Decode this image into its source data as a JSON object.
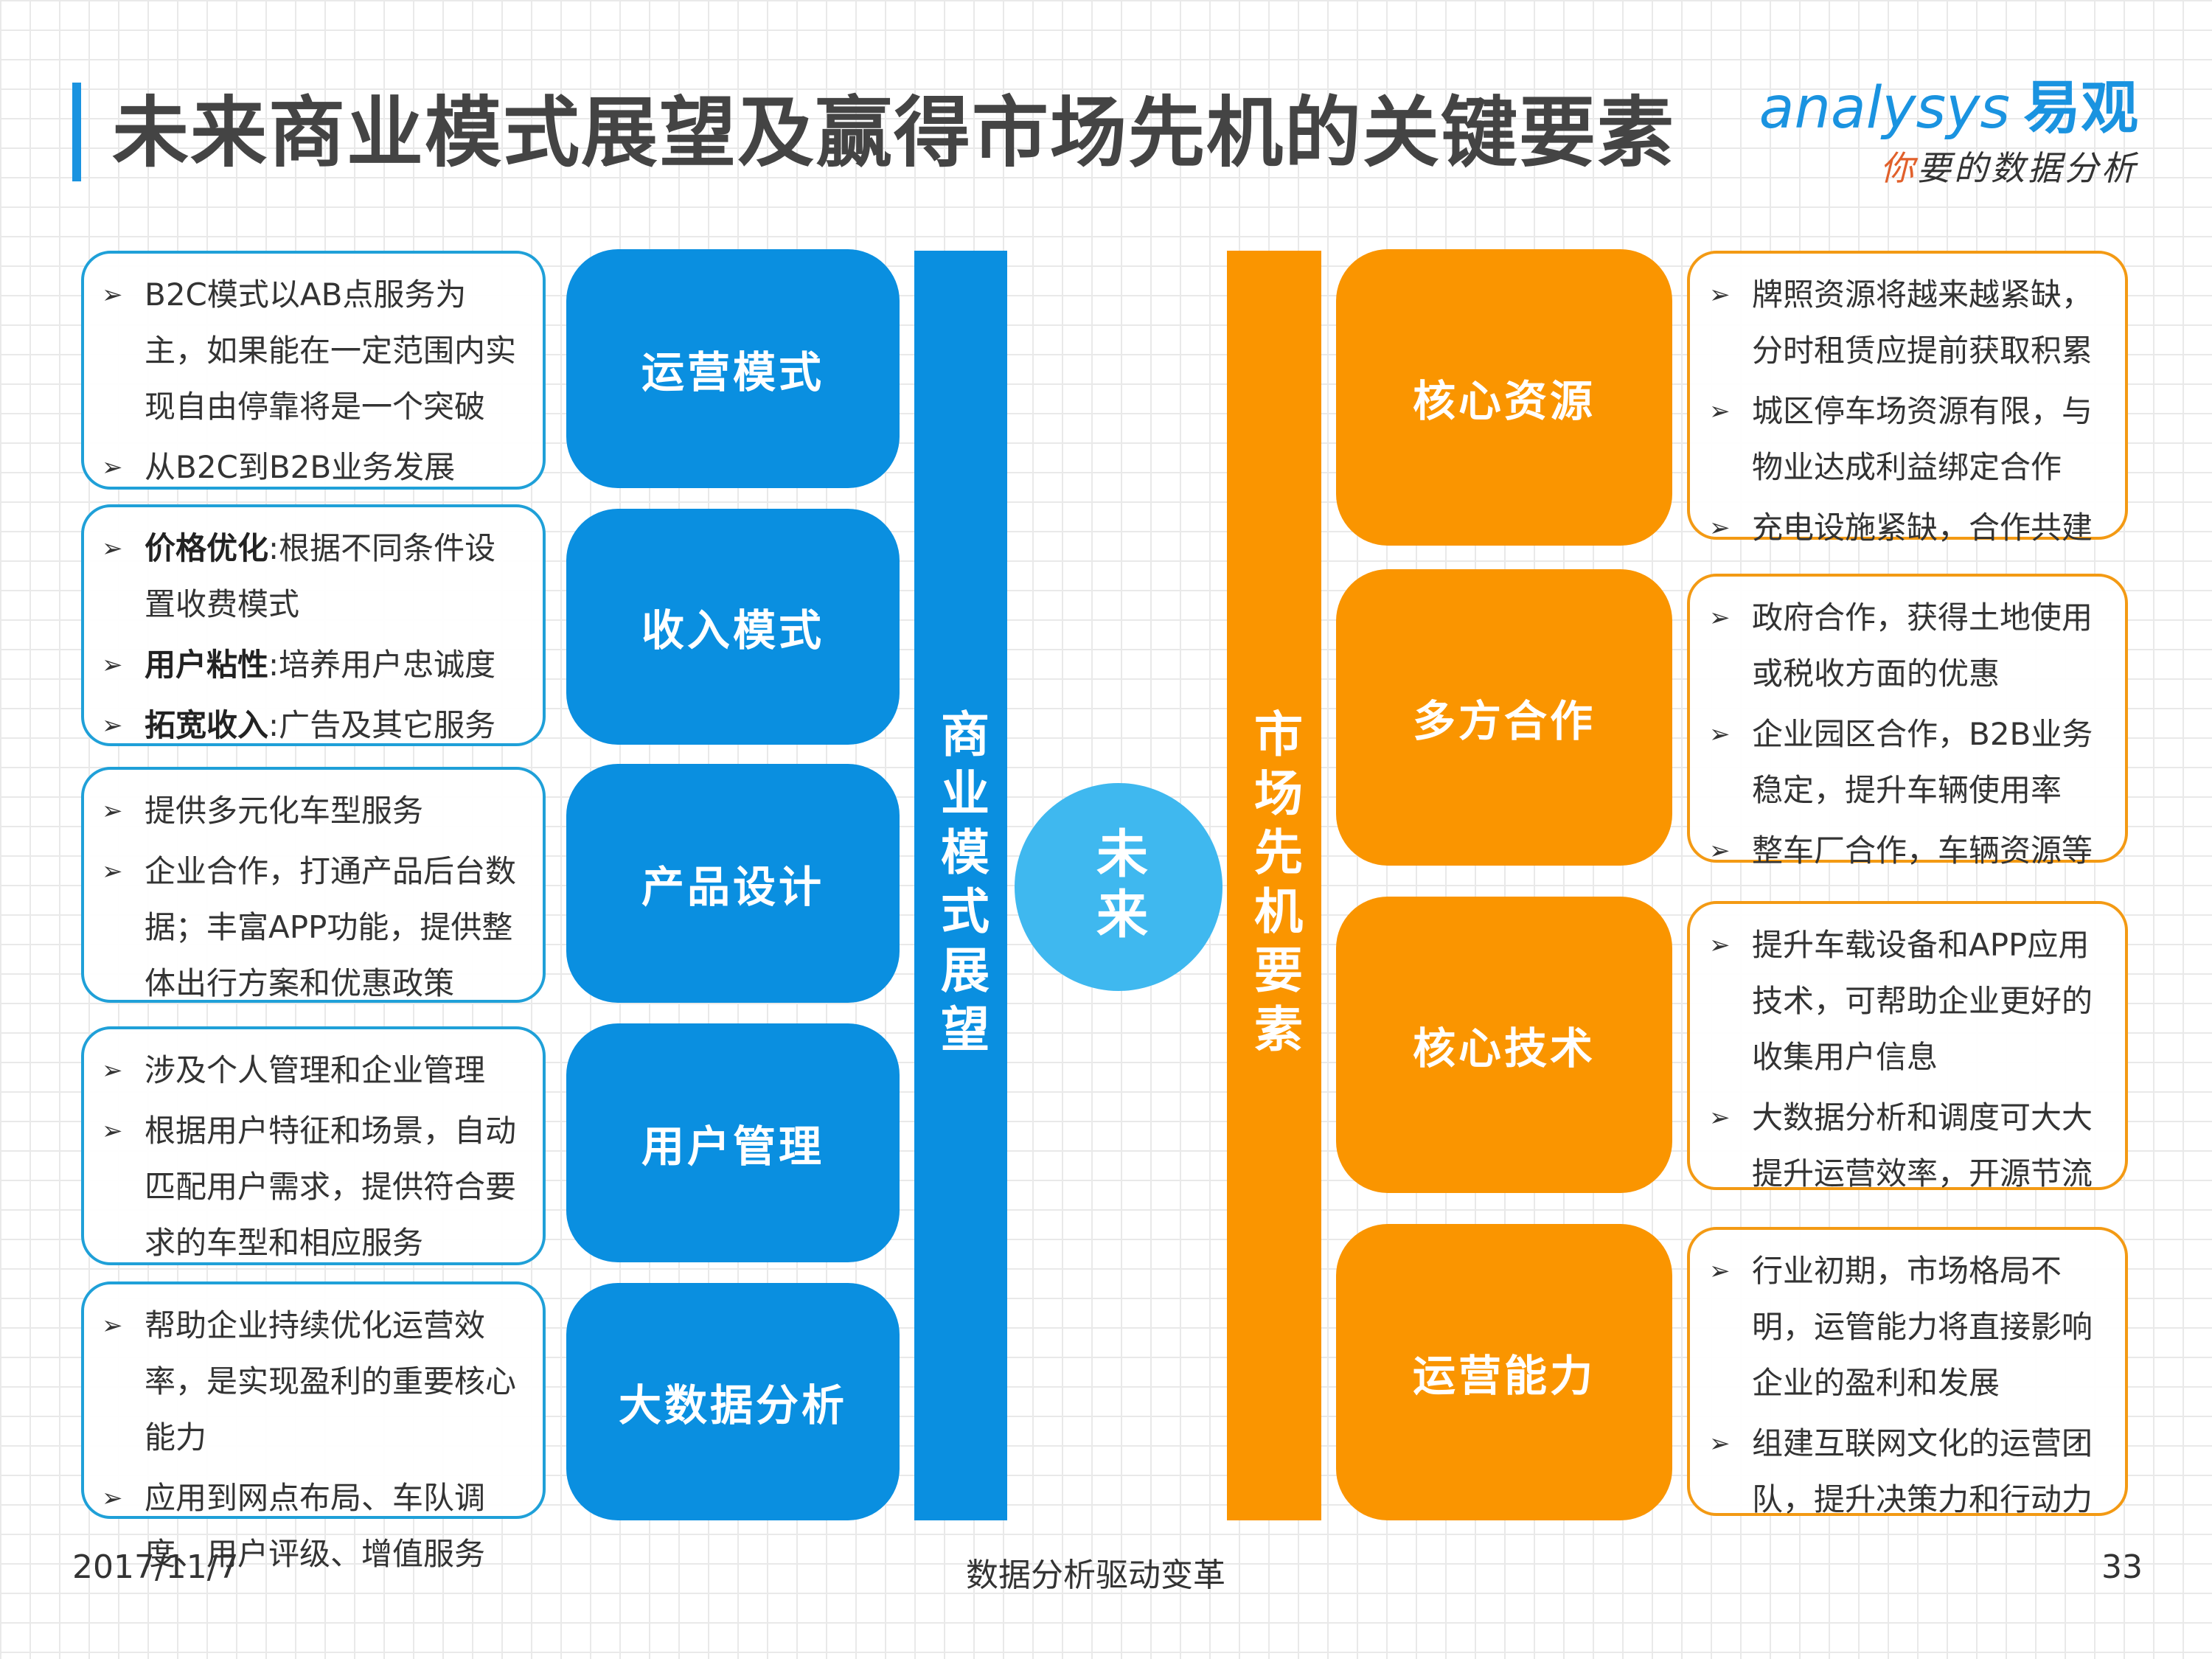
{
  "header": {
    "title": "未来商业模式展望及赢得市场先机的关键要素",
    "logo_main": "analysys",
    "logo_cn": "易观",
    "logo_sub_first": "你",
    "logo_sub_rest": "要的数据分析"
  },
  "center": {
    "left_bar": "商业模式展望",
    "right_bar": "市场先机要素",
    "circle": "未来"
  },
  "left": [
    {
      "category": "运营模式",
      "bullets": [
        {
          "text": "B2C模式以AB点服务为主，如果能在一定范围内实现自由停靠将是一个突破"
        },
        {
          "text": "从B2C到B2B业务发展"
        }
      ]
    },
    {
      "category": "收入模式",
      "bullets": [
        {
          "bold": "价格优化",
          "text": ":根据不同条件设置收费模式"
        },
        {
          "bold": "用户粘性",
          "text": ":培养用户忠诚度"
        },
        {
          "bold": "拓宽收入",
          "text": ":广告及其它服务"
        }
      ]
    },
    {
      "category": "产品设计",
      "bullets": [
        {
          "text": "提供多元化车型服务"
        },
        {
          "text": "企业合作，打通产品后台数据；丰富APP功能，提供整体出行方案和优惠政策"
        }
      ]
    },
    {
      "category": "用户管理",
      "bullets": [
        {
          "text": "涉及个人管理和企业管理"
        },
        {
          "text": "根据用户特征和场景，自动匹配用户需求，提供符合要求的车型和相应服务"
        }
      ]
    },
    {
      "category": "大数据分析",
      "bullets": [
        {
          "text": "帮助企业持续优化运营效率，是实现盈利的重要核心能力"
        },
        {
          "text": "应用到网点布局、车队调度、用户评级、增值服务"
        }
      ]
    }
  ],
  "right": [
    {
      "category": "核心资源",
      "bullets": [
        {
          "text": "牌照资源将越来越紧缺，分时租赁应提前获取积累"
        },
        {
          "text": "城区停车场资源有限，与物业达成利益绑定合作"
        },
        {
          "text": "充电设施紧缺，合作共建"
        }
      ]
    },
    {
      "category": "多方合作",
      "bullets": [
        {
          "text": "政府合作，获得土地使用或税收方面的优惠"
        },
        {
          "text": "企业园区合作，B2B业务稳定，提升车辆使用率"
        },
        {
          "text": "整车厂合作，车辆资源等"
        }
      ]
    },
    {
      "category": "核心技术",
      "bullets": [
        {
          "text": "提升车载设备和APP应用技术，可帮助企业更好的收集用户信息"
        },
        {
          "text": "大数据分析和调度可大大提升运营效率，开源节流"
        }
      ]
    },
    {
      "category": "运营能力",
      "bullets": [
        {
          "text": "行业初期，市场格局不明，运管能力将直接影响企业的盈利和发展"
        },
        {
          "text": "组建互联网文化的运营团队，提升决策力和行动力"
        }
      ]
    }
  ],
  "footer": {
    "date": "2017/11/7",
    "slogan": "数据分析驱动变革",
    "page": "33"
  },
  "colors": {
    "blue": "#0a8fe0",
    "orange": "#fa9500",
    "circle": "#3fb8ef"
  }
}
